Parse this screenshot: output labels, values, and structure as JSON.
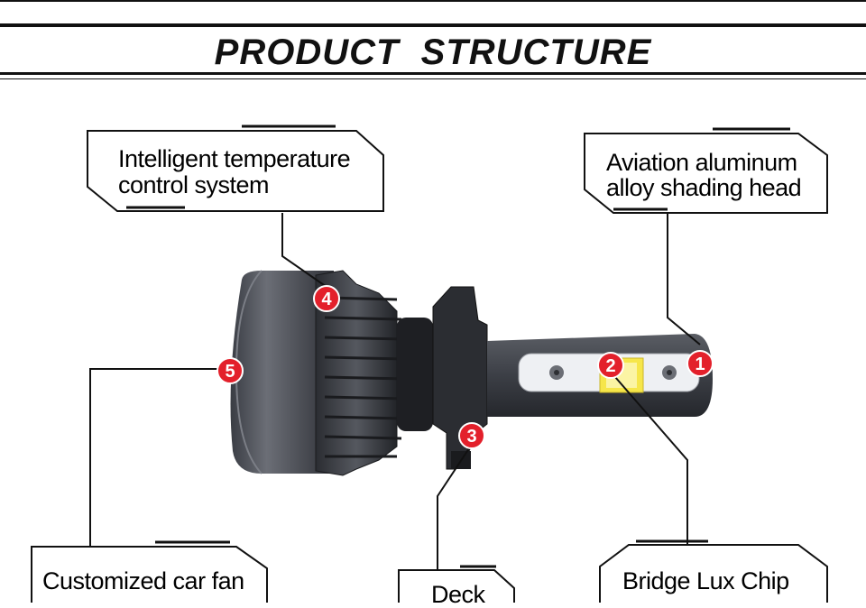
{
  "title": "PRODUCT  STRUCTURE",
  "labels": {
    "temperature_control": [
      "Intelligent temperature",
      "control system"
    ],
    "shading_head": [
      "Aviation aluminum",
      "alloy shading head"
    ],
    "car_fan": "Customized car fan",
    "deck": "Deck",
    "chip": "Bridge Lux Chip"
  },
  "markers": [
    "1",
    "2",
    "3",
    "4",
    "5"
  ],
  "colors": {
    "marker_red": "#e3202b",
    "line": "#111111",
    "body_gray": "#4a4d55",
    "chip_yellow": "#f6e64a"
  }
}
